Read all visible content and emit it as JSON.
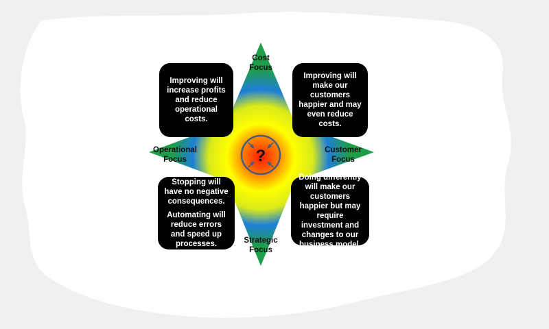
{
  "focus_labels": {
    "cost": [
      "Cost",
      "Focus"
    ],
    "customer": [
      "Customer",
      "Focus"
    ],
    "operational": [
      "Operational",
      "Focus"
    ],
    "strategic": [
      "Strategic",
      "Focus"
    ]
  },
  "center_symbol": "?",
  "boxes": {
    "top_left": [
      "Improving will increase profits and reduce operational costs."
    ],
    "top_right": [
      "Improving will make our customers happier and may even reduce costs."
    ],
    "bottom_left": [
      "Stopping will have no negative consequences.",
      "Automating will reduce errors and speed up processes."
    ],
    "bottom_right": [
      "Doing differently will make our customers happier but may require investment and changes to our business model."
    ]
  },
  "colors": {
    "background": "#f0f0f0",
    "brush": "#ffffff",
    "gradient_outer": "#1f9e4a",
    "gradient_mid1": "#1a6fd0",
    "gradient_mid2": "#ffff00",
    "gradient_inner": "#ff3300",
    "center_ring": "#4a5a7a",
    "box_fill": "#000000"
  }
}
